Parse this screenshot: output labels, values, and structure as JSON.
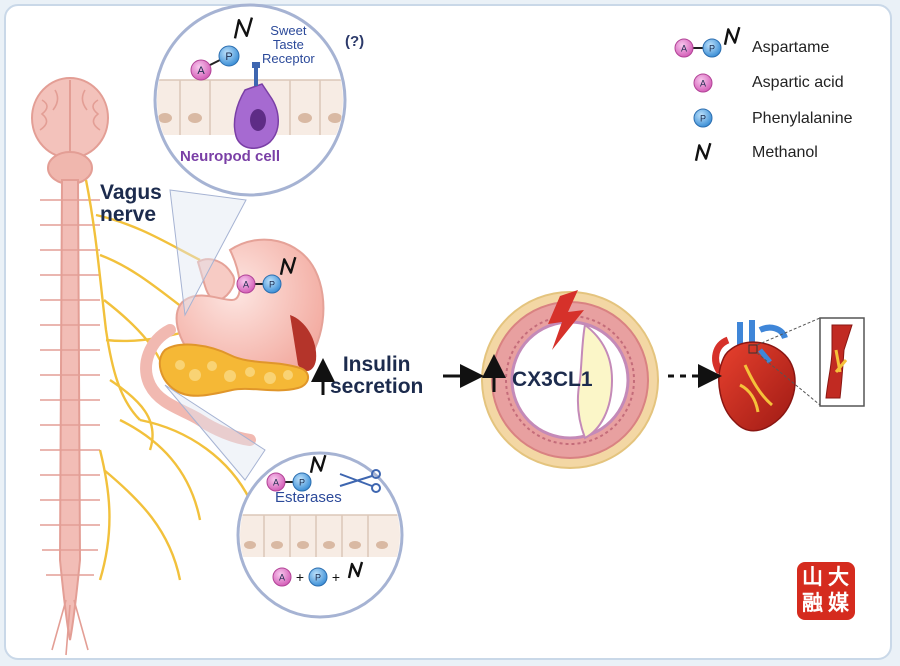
{
  "labels": {
    "vagus_line1": "Vagus",
    "vagus_line2": "nerve",
    "insulin_line1": "Insulin",
    "insulin_line2": "secretion",
    "cx3cl1": "CX3CL1",
    "neuropod_cell": "Neuropod cell",
    "sweet_line1": "Sweet",
    "sweet_line2": "Taste",
    "sweet_line3": "Receptor",
    "question": "(?)",
    "esterases": "Esterases"
  },
  "glyphs": {
    "aspartic": "A",
    "phenylalanine": "P",
    "plus": "+"
  },
  "legend": [
    {
      "label": "Aspartame"
    },
    {
      "label": "Aspartic acid"
    },
    {
      "label": "Phenylalanine"
    },
    {
      "label": "Methanol"
    }
  ],
  "badge": {
    "chars": [
      "山",
      "大",
      "融",
      "媒"
    ]
  },
  "colors": {
    "aspartic": "#e98ad0",
    "phenylalanine": "#56a8e6",
    "nerve": "#f2c13c",
    "spine": "#f2bdb6",
    "dark_text": "#1c2b4d",
    "neuropod": "#7a3fa6",
    "badge": "#d52b1e"
  }
}
